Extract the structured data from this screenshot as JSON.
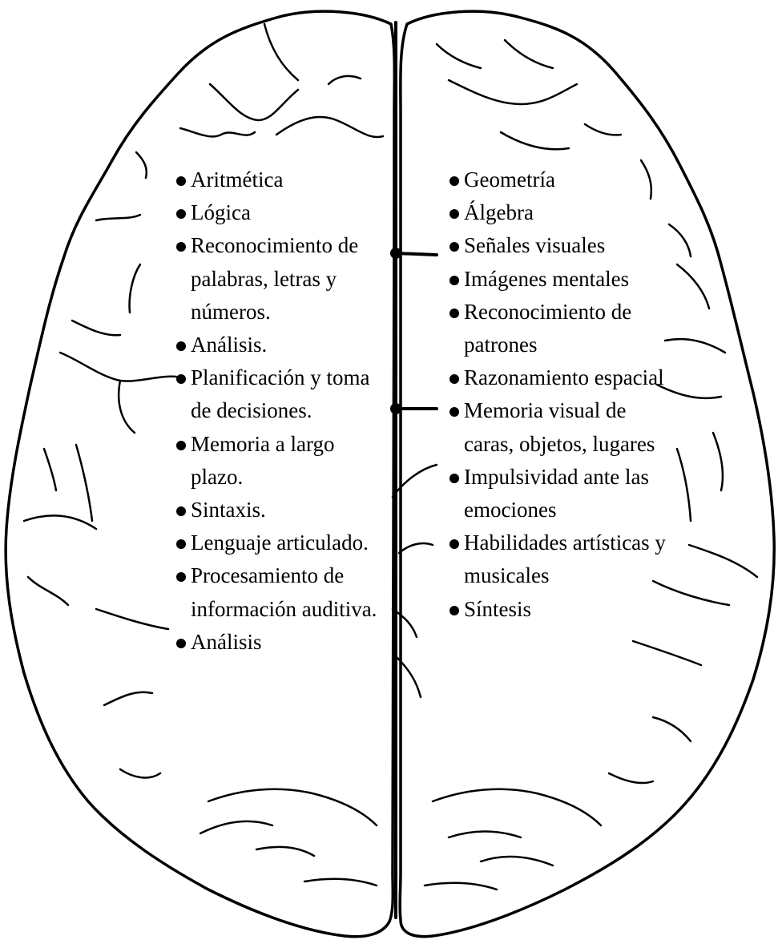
{
  "left_hemisphere": {
    "items": [
      "Aritmética",
      "Lógica",
      "Reconocimiento de palabras, letras y números.",
      "Análisis.",
      "Planificación y toma de decisiones.",
      "Memoria a largo plazo.",
      "Sintaxis.",
      "Lenguaje articulado.",
      "Procesamiento de información auditiva.",
      "Análisis"
    ]
  },
  "right_hemisphere": {
    "items": [
      "Geometría",
      "Álgebra",
      "Señales visuales",
      "Imágenes mentales",
      "Reconocimiento de patrones",
      "Razonamiento espacial",
      "Memoria visual de caras, objetos, lugares",
      "Impulsividad ante las emociones",
      "Habilidades artísticas y musicales",
      "Síntesis"
    ]
  },
  "colors": {
    "line": "#000000",
    "background": "#ffffff"
  }
}
